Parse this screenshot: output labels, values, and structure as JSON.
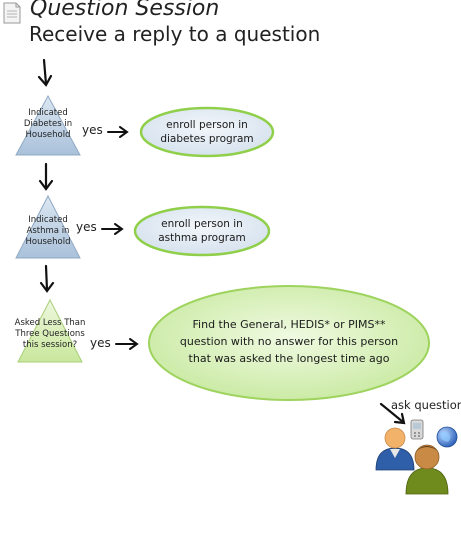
{
  "header": {
    "title": "Question Session",
    "subtitle": "Receive a reply to a question"
  },
  "steps": [
    {
      "condition_lines": [
        "Indicated",
        "Diabetes in",
        "Household"
      ],
      "branch_label": "yes",
      "action_lines": [
        "enroll person in",
        "diabetes program"
      ]
    },
    {
      "condition_lines": [
        "Indicated",
        "Asthma in",
        "Household"
      ],
      "branch_label": "yes",
      "action_lines": [
        "enroll person in",
        "asthma program"
      ]
    },
    {
      "condition_lines": [
        "Asked Less Than",
        "Three Questions",
        "this session?"
      ],
      "branch_label": "yes",
      "action_lines": [
        "Find the General, HEDIS* or PIMS**",
        "question with no answer for this person",
        "that was asked the longest time ago"
      ]
    }
  ],
  "ask_label": "ask question",
  "icons": {
    "document": "document-icon",
    "phone": "phone-icon",
    "globe": "globe-icon",
    "users": "users-icon"
  },
  "colors": {
    "triangle_blue": "#b7cde3",
    "triangle_green": "#d9efb5",
    "oval_border": "#8fcf4a",
    "oval_fill": "#e3ecf4",
    "big_oval_fill": "#d9f0b8"
  }
}
